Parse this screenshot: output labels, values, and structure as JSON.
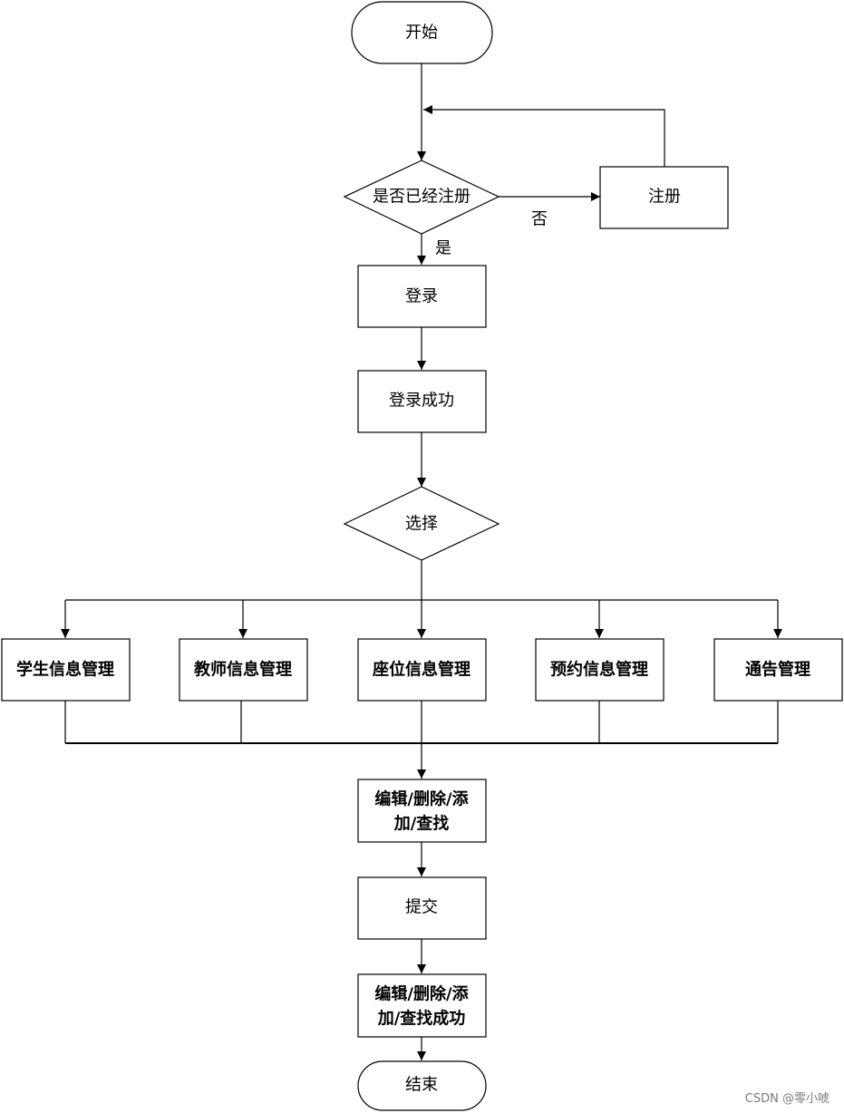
{
  "nodes": {
    "start": "开始",
    "is_registered": "是否已经注册",
    "register": "注册",
    "login": "登录",
    "login_success": "登录成功",
    "choose": "选择",
    "student_mgmt": "学生信息管理",
    "teacher_mgmt": "教师信息管理",
    "seat_mgmt": "座位信息管理",
    "booking_mgmt": "预约信息管理",
    "notice_mgmt": "通告管理",
    "edit_ops_line1": "编辑/删除/添",
    "edit_ops_line2": "加/查找",
    "submit": "提交",
    "edit_success_line1": "编辑/删除/添",
    "edit_success_line2": "加/查找成功",
    "end": "结束"
  },
  "edges": {
    "no_label": "否",
    "yes_label": "是"
  },
  "watermark": "CSDN @零小唬"
}
